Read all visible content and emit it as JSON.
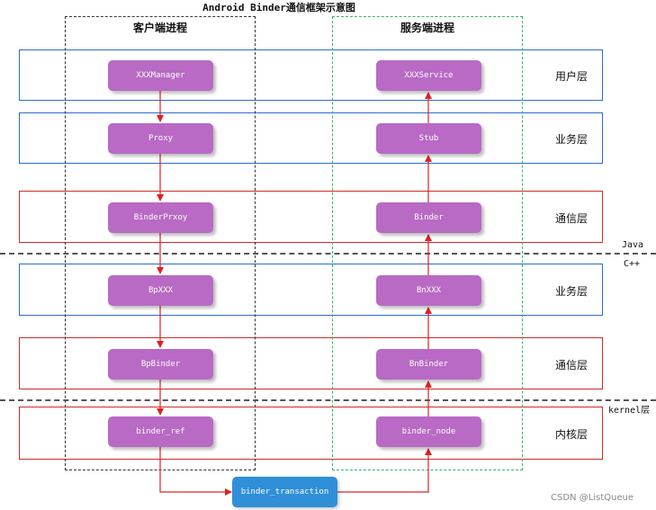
{
  "title": "Android Binder通信框架示意图",
  "columns": {
    "client": "客户端进程",
    "server": "服务端进程"
  },
  "layers": [
    {
      "label": "用户层"
    },
    {
      "label": "业务层"
    },
    {
      "label": "通信层"
    },
    {
      "label": "业务层"
    },
    {
      "label": "通信层"
    },
    {
      "label": "内核层"
    }
  ],
  "separators": {
    "java": "Java",
    "cpp": "C++",
    "kernel": "kernel层"
  },
  "client_nodes": [
    "XXXManager",
    "Proxy",
    "BinderPrxoy",
    "BpXXX",
    "BpBinder",
    "binder_ref"
  ],
  "server_nodes": [
    "XXXService",
    "Stub",
    "Binder",
    "BnXXX",
    "BnBinder",
    "binder_node"
  ],
  "transaction": "binder_transaction",
  "colors": {
    "node": "#b86ac4",
    "transaction": "#2f8fd8",
    "arrow": "#e02020",
    "user_biz_border": "#2a6bd1",
    "comm_kernel_border": "#d02a2a",
    "server_process_border": "#2fb86a"
  },
  "watermark": "CSDN @ListQueue"
}
